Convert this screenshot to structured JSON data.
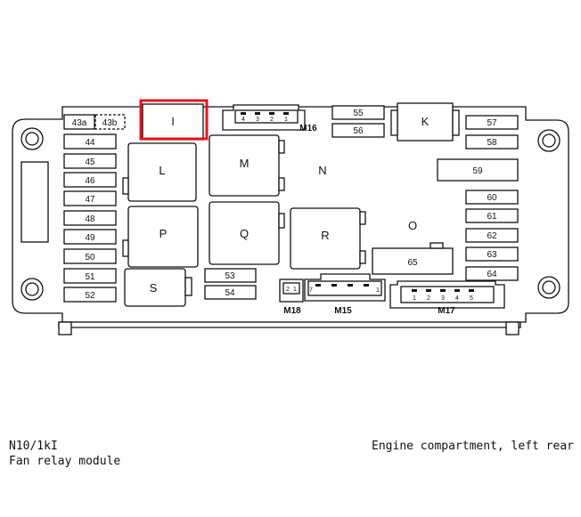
{
  "fuses": {
    "f43a": "43a",
    "f43b": "43b",
    "f44": "44",
    "f45": "45",
    "f46": "46",
    "f47": "47",
    "f48": "48",
    "f49": "49",
    "f50": "50",
    "f51": "51",
    "f52": "52",
    "f53": "53",
    "f54": "54",
    "f55": "55",
    "f56": "56",
    "f57": "57",
    "f58": "58",
    "f59": "59",
    "f60": "60",
    "f61": "61",
    "f62": "62",
    "f63": "63",
    "f64": "64",
    "f65": "65"
  },
  "relays": {
    "I": "I",
    "K": "K",
    "L": "L",
    "M": "M",
    "P": "P",
    "Q": "Q",
    "R": "R",
    "S": "S"
  },
  "areas": {
    "N": "N",
    "O": "O"
  },
  "connectors": {
    "m16": {
      "name": "M16",
      "pins": [
        "4",
        "3",
        "2",
        "1"
      ]
    },
    "m17": {
      "name": "M17",
      "pins": [
        "1",
        "2",
        "3",
        "4",
        "5"
      ]
    },
    "m18": {
      "name": "M18",
      "pins": [
        "2",
        "1"
      ]
    },
    "m15": {
      "name": "M15",
      "pins": [
        "7",
        "1"
      ]
    }
  },
  "caption": {
    "code": "N10/1kI",
    "name": "Fan relay module",
    "location": "Engine compartment, left rear"
  },
  "colors": {
    "highlight": "#e8141c",
    "line": "#111111",
    "fill": "#ffffff"
  }
}
